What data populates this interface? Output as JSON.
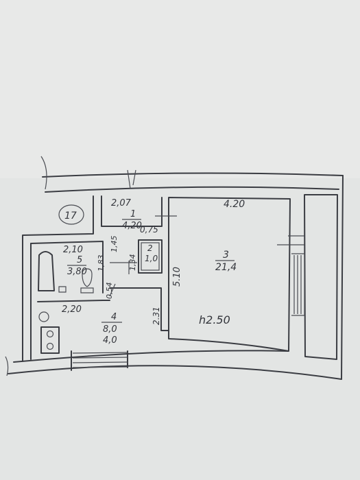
{
  "unit_number": "17",
  "ceiling_height": "h2.50",
  "rooms": [
    {
      "id": "1",
      "name": "1",
      "area": "4,20",
      "width": "2,07"
    },
    {
      "id": "2",
      "name": "2",
      "area": "1,0"
    },
    {
      "id": "3",
      "name": "3",
      "area": "21,4",
      "width": "4.20",
      "length": "5.10"
    },
    {
      "id": "4",
      "name": "4",
      "area": "8,0",
      "width": "2,20",
      "length": "2.31"
    },
    {
      "id": "5",
      "name": "5",
      "area": "3,80",
      "width": "2,10"
    }
  ],
  "dimensions": {
    "corridor_side": "1,45",
    "closet_width": "0,75",
    "closet_depth": "1,34",
    "bath_depth": "1,83",
    "bath_gap": "0,54",
    "kitchen_bottom": "4,0"
  }
}
